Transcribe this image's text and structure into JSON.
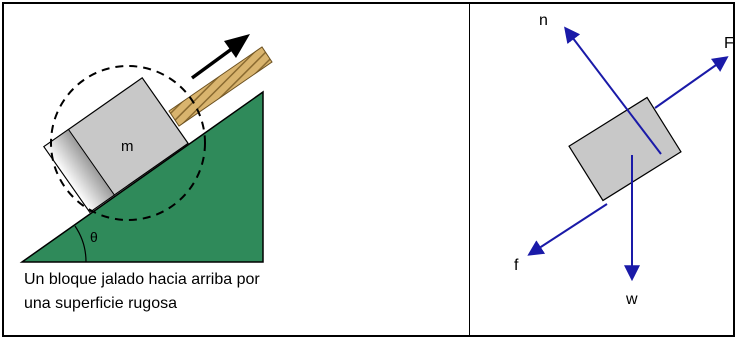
{
  "left_panel": {
    "mass_label": "m",
    "angle_label": "θ",
    "caption_line1": "Un bloque jalado hacia arriba por",
    "caption_line2": "una superficie rugosa"
  },
  "right_panel": {
    "force_labels": {
      "normal": "n",
      "applied": "F",
      "friction": "f",
      "weight": "w"
    }
  },
  "colors": {
    "incline": "#2f8a5a",
    "block": "#c8c8c8",
    "arrow_blue": "#1a1aa8",
    "rope": "#d3b070"
  }
}
